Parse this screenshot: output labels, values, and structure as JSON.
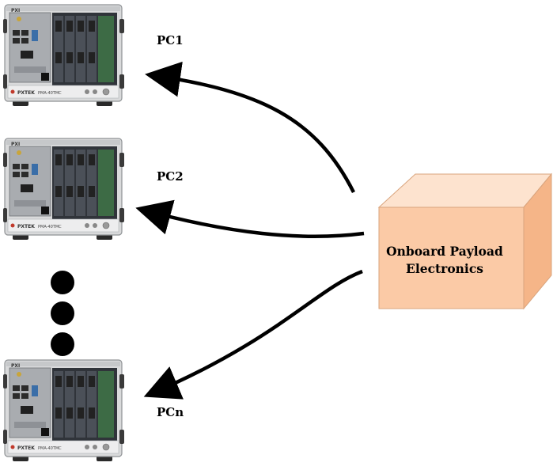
{
  "nodes": {
    "pc1": {
      "label": "PC1"
    },
    "pc2": {
      "label": "PC2"
    },
    "pcn": {
      "label": "PCn"
    }
  },
  "payload": {
    "line1": "Onboard Payload",
    "line2": "Electronics",
    "front_color": "#fbcaa6",
    "side_color": "#f5b588",
    "top_color": "#fde3cf"
  },
  "chassis": {
    "brand": "PXI",
    "maker": "PXTEK",
    "model": "PMA-40TMC"
  },
  "ellipsis_dots": 3,
  "arrow_color": "#000000"
}
